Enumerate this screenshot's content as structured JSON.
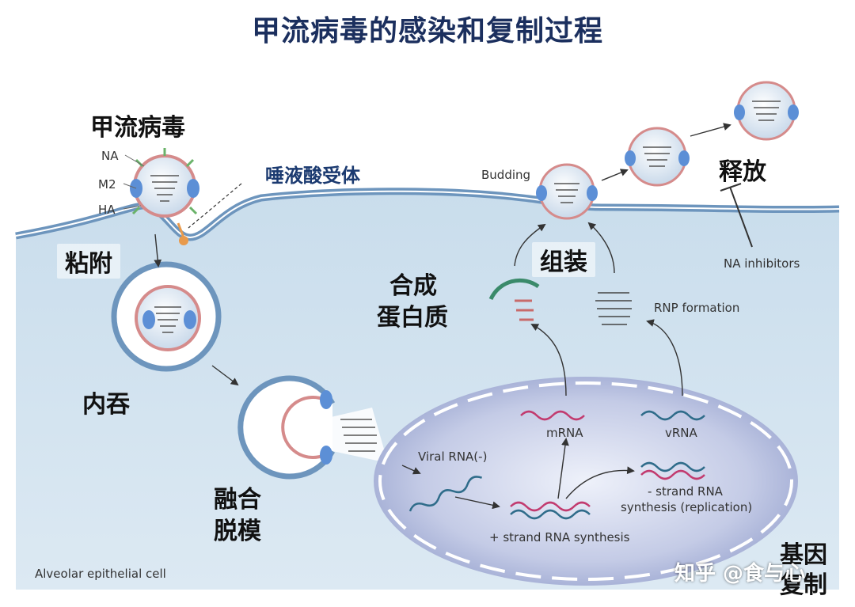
{
  "title": "甲流病毒的感染和复制过程",
  "labels": {
    "virus": "甲流病毒",
    "receptor": "唾液酸受体",
    "attach": "粘附",
    "endocytosis": "内吞",
    "fusion_line1": "融合",
    "fusion_line2": "脱模",
    "synth_line1": "合成",
    "synth_line2": "蛋白质",
    "assembly": "组装",
    "release": "释放",
    "nucleus_line1": "基因",
    "nucleus_line2": "复制"
  },
  "annotations": {
    "na": "NA",
    "m2": "M2",
    "ha": "HA",
    "budding": "Budding",
    "na_inhibitors": "NA inhibitors",
    "rnp_formation": "RNP formation",
    "mrna": "mRNA",
    "vrna": "vRNA",
    "viral_rna": "Viral RNA(-)",
    "minus_strand_line1": "- strand RNA",
    "minus_strand_line2": "synthesis (replication)",
    "plus_strand": "+ strand RNA synthesis",
    "cell": "Alveolar epithelial cell"
  },
  "watermark": "知乎 @食与心",
  "colors": {
    "title": "#1b2f5e",
    "cytoplasm": "#cfe0ee",
    "membrane": "#6d95bd",
    "nucleus": "#a8b4d8",
    "rna_red": "#c23b6f",
    "rna_teal": "#2f6c8a",
    "spike_green": "#6bb36a",
    "spike_red": "#c86a6a",
    "m2_blue": "#5c8fd6",
    "receptor_orange": "#e89a4c"
  }
}
